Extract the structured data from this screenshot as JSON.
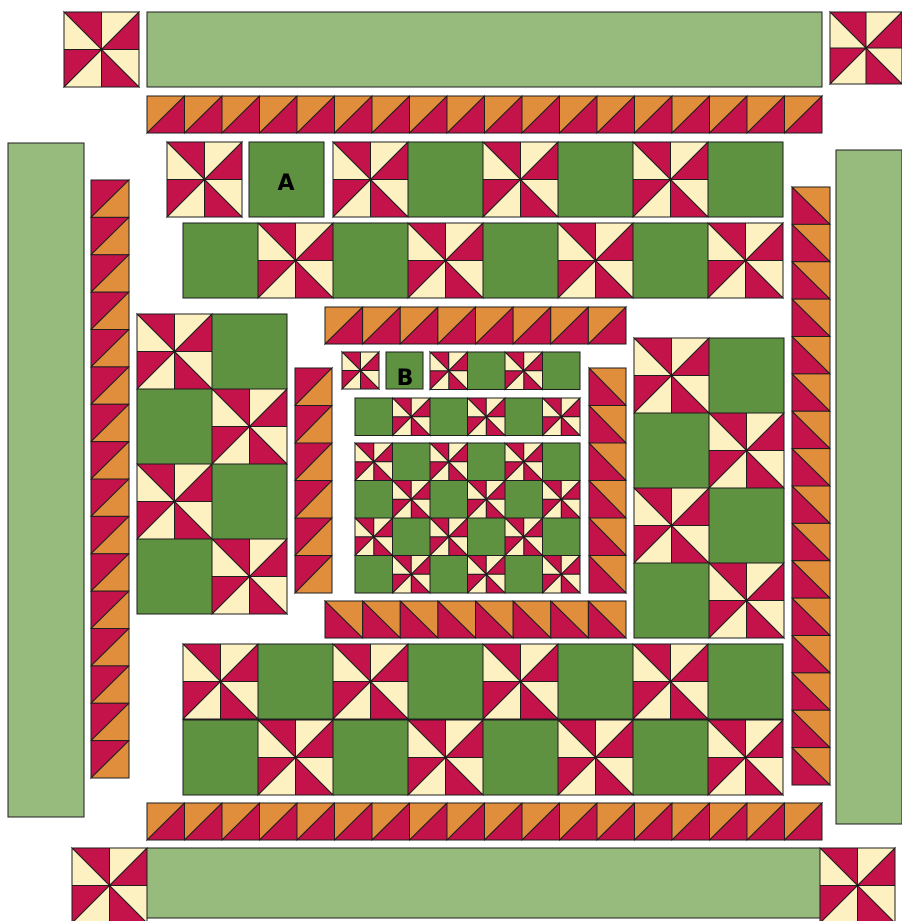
{
  "labels": {
    "a": "A",
    "b": "B"
  },
  "colors": {
    "light_green": "#96bb7c",
    "dark_green": "#5e9140",
    "crimson": "#c4124a",
    "cream": "#fdf1c2",
    "orange": "#e08d3c",
    "outline": "#1e1e1e",
    "background": "#ffffff"
  },
  "patterns": {
    "pinwheel_block": "pinwheel",
    "solid_block": "square",
    "border_strip": "half-square-triangles"
  }
}
